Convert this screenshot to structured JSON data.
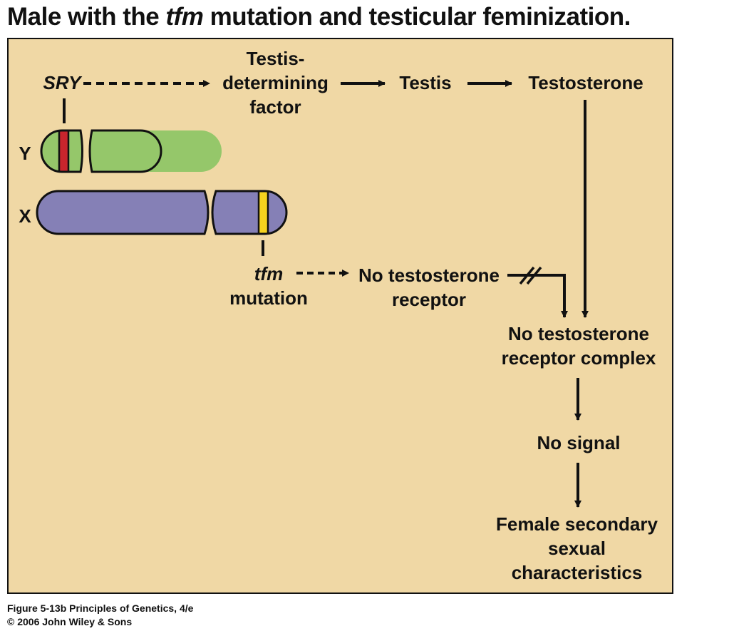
{
  "title": {
    "before": "Male with the ",
    "emph": "tfm",
    "after": " mutation and testicular feminization."
  },
  "chromosome_y": {
    "label": "Y",
    "color": "#95c76a",
    "band_color": "#c8252d"
  },
  "chromosome_x": {
    "label": "X",
    "color": "#8580b6",
    "band_color": "#f5d21e"
  },
  "nodes": {
    "sry": "SRY",
    "tdf_line1": "Testis-",
    "tdf_line2": "determining",
    "tdf_line3": "factor",
    "testis": "Testis",
    "testosterone": "Testosterone",
    "tfm": "tfm",
    "tfm_mutation": "mutation",
    "no_receptor_line1": "No testosterone",
    "no_receptor_line2": "receptor",
    "no_complex_line1": "No testosterone",
    "no_complex_line2": "receptor complex",
    "no_signal": "No signal",
    "female_line1": "Female secondary",
    "female_line2": "sexual",
    "female_line3": "characteristics"
  },
  "caption": {
    "line1": "Figure 5-13b  Principles of Genetics, 4/e",
    "line2": "© 2006 John Wiley & Sons"
  },
  "colors": {
    "panel": "#f0d8a5",
    "ink": "#111111"
  }
}
